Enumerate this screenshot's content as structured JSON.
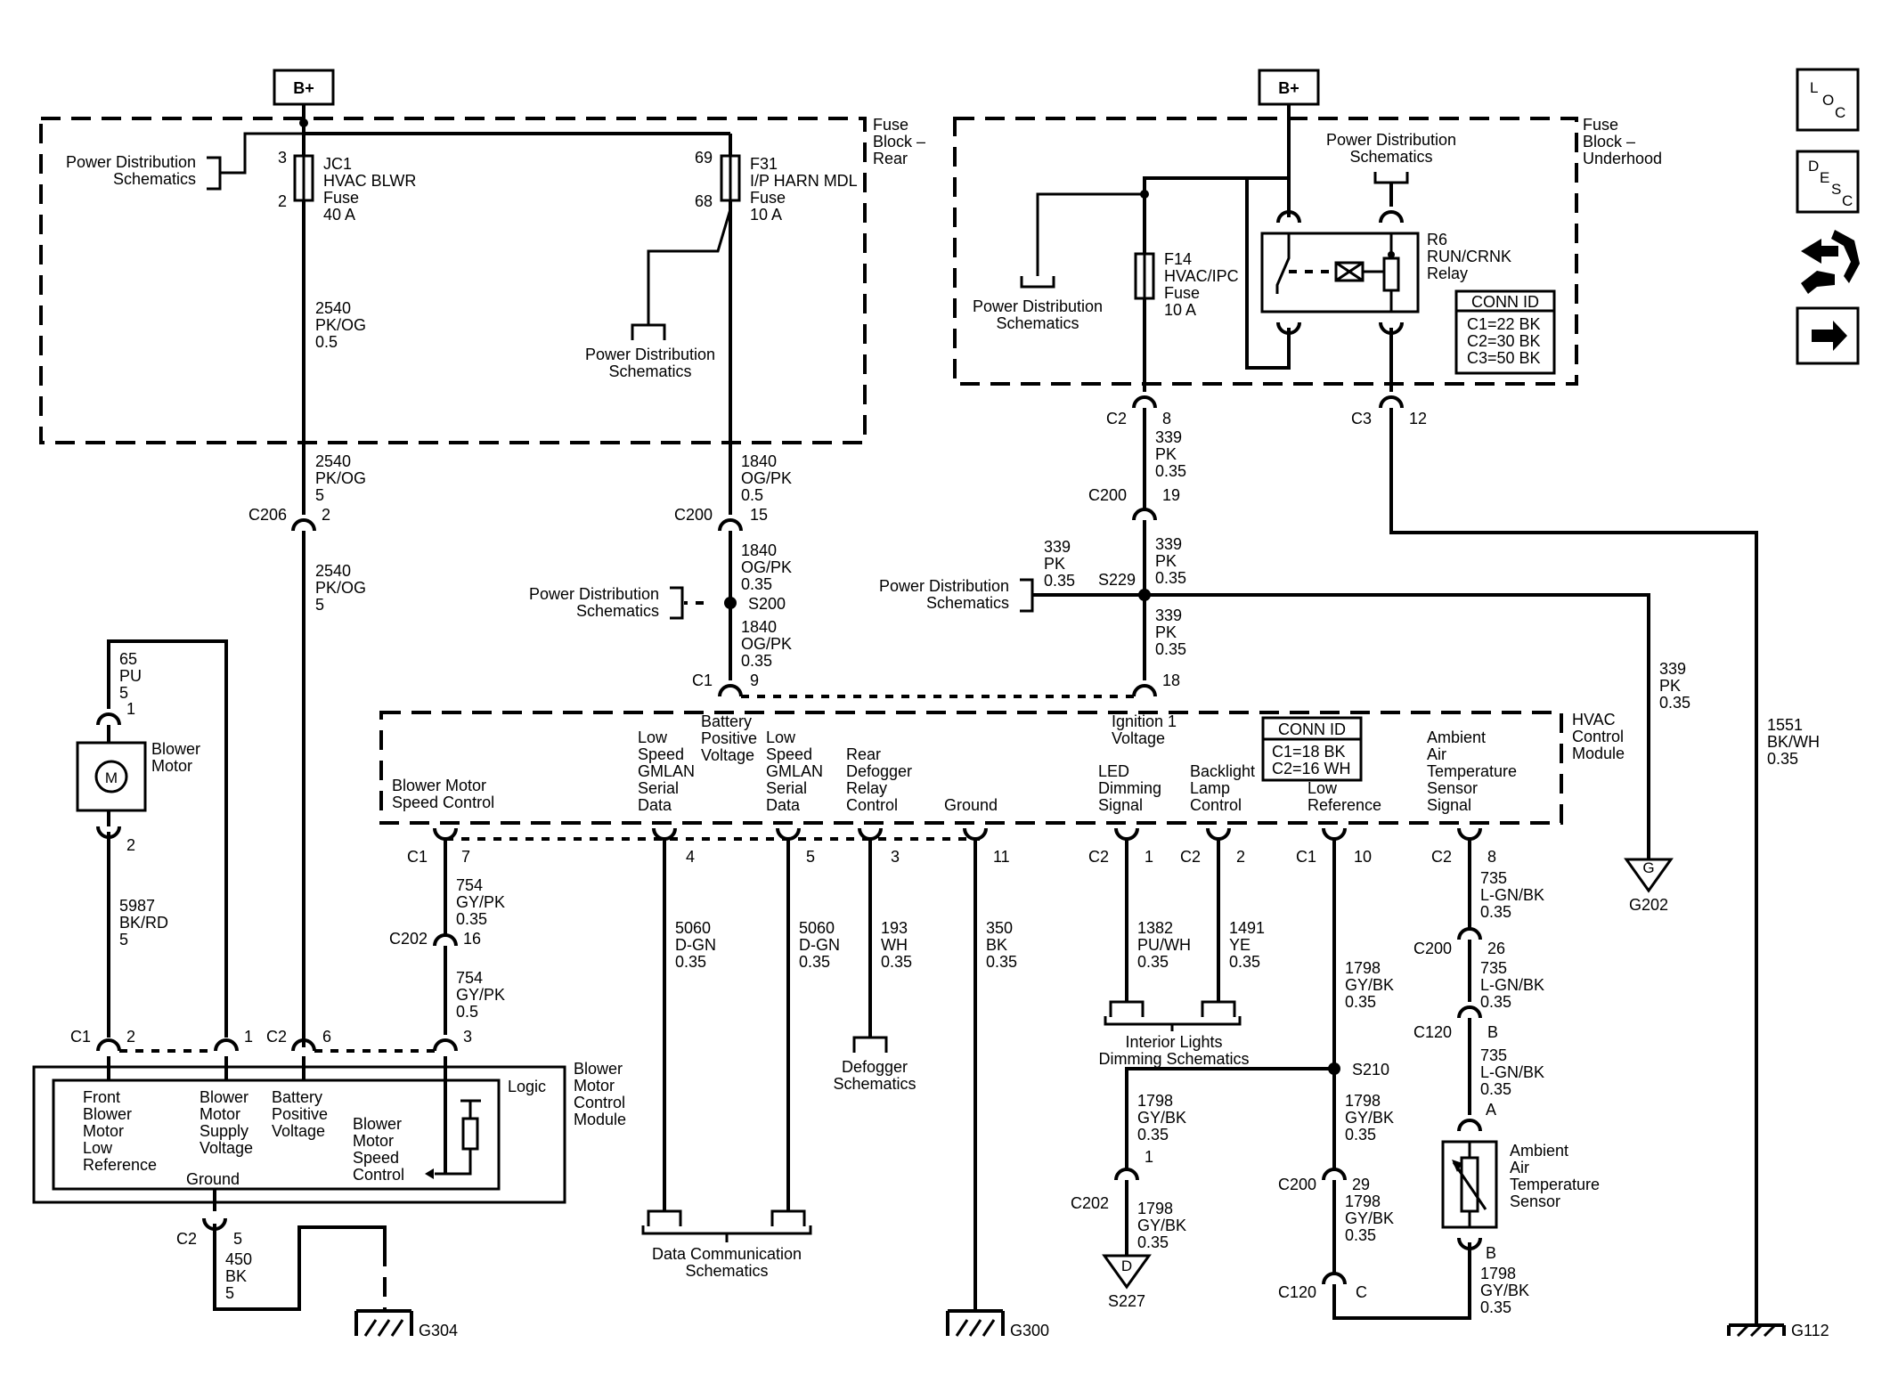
{
  "power": {
    "bplus": "B+"
  },
  "fuse_block_rear": {
    "label": "Fuse Block – Rear"
  },
  "fuse_block_underhood": {
    "label": "Fuse Block – Underhood"
  },
  "pds": "Power Distribution Schematics",
  "fuse_jc1": {
    "name": "JC1",
    "desc": "HVAC BLWR",
    "type": "Fuse",
    "rating": "40 A",
    "pin_in": "3",
    "pin_out": "2"
  },
  "fuse_f31": {
    "name": "F31",
    "desc": "I/P HARN MDL",
    "type": "Fuse",
    "rating": "10 A",
    "pin_in": "69",
    "pin_out": "68"
  },
  "fuse_f14": {
    "name": "F14",
    "desc": "HVAC/IPC",
    "type": "Fuse",
    "rating": "10 A"
  },
  "relay_r6": {
    "name": "R6",
    "desc": "RUN/CRNK",
    "type": "Relay",
    "conn_id_title": "CONN ID",
    "conn_ids": [
      "C1=22 BK",
      "C2=30 BK",
      "C3=50 BK"
    ]
  },
  "wires": {
    "w2540_a": {
      "circuit": "2540",
      "color": "PK/OG",
      "size": "0.5"
    },
    "w2540_b": {
      "circuit": "2540",
      "color": "PK/OG",
      "size": "5"
    },
    "w2540_c": {
      "circuit": "2540",
      "color": "PK/OG",
      "size": "5"
    },
    "w1840_a": {
      "circuit": "1840",
      "color": "OG/PK",
      "size": "0.5"
    },
    "w1840_b": {
      "circuit": "1840",
      "color": "OG/PK",
      "size": "0.35"
    },
    "w1840_c": {
      "circuit": "1840",
      "color": "OG/PK",
      "size": "0.35"
    },
    "w339_a": {
      "circuit": "339",
      "color": "PK",
      "size": "0.35"
    },
    "w339_b": {
      "circuit": "339",
      "color": "PK",
      "size": "0.35"
    },
    "w339_c": {
      "circuit": "339",
      "color": "PK",
      "size": "0.35"
    },
    "w339_left": {
      "circuit": "339",
      "color": "PK",
      "size": "0.35"
    },
    "w339_right": {
      "circuit": "339",
      "color": "PK",
      "size": "0.35"
    },
    "w1551": {
      "circuit": "1551",
      "color": "BK/WH",
      "size": "0.35"
    },
    "w65": {
      "circuit": "65",
      "color": "PU",
      "size": "5"
    },
    "w5987": {
      "circuit": "5987",
      "color": "BK/RD",
      "size": "5"
    },
    "w754_a": {
      "circuit": "754",
      "color": "GY/PK",
      "size": "0.35"
    },
    "w754_b": {
      "circuit": "754",
      "color": "GY/PK",
      "size": "0.5"
    },
    "w5060_a": {
      "circuit": "5060",
      "color": "D-GN",
      "size": "0.35"
    },
    "w5060_b": {
      "circuit": "5060",
      "color": "D-GN",
      "size": "0.35"
    },
    "w193": {
      "circuit": "193",
      "color": "WH",
      "size": "0.35"
    },
    "w350": {
      "circuit": "350",
      "color": "BK",
      "size": "0.35"
    },
    "w1382": {
      "circuit": "1382",
      "color": "PU/WH",
      "size": "0.35"
    },
    "w1491": {
      "circuit": "1491",
      "color": "YE",
      "size": "0.35"
    },
    "w1798_a": {
      "circuit": "1798",
      "color": "GY/BK",
      "size": "0.35"
    },
    "w1798_b": {
      "circuit": "1798",
      "color": "GY/BK",
      "size": "0.35"
    },
    "w1798_c": {
      "circuit": "1798",
      "color": "GY/BK",
      "size": "0.35"
    },
    "w1798_d": {
      "circuit": "1798",
      "color": "GY/BK",
      "size": "0.35"
    },
    "w1798_e": {
      "circuit": "1798",
      "color": "GY/BK",
      "size": "0.35"
    },
    "w1798_f": {
      "circuit": "1798",
      "color": "GY/BK",
      "size": "0.35"
    },
    "w735_a": {
      "circuit": "735",
      "color": "L-GN/BK",
      "size": "0.35"
    },
    "w735_b": {
      "circuit": "735",
      "color": "L-GN/BK",
      "size": "0.35"
    },
    "w735_c": {
      "circuit": "735",
      "color": "L-GN/BK",
      "size": "0.35"
    },
    "w450": {
      "circuit": "450",
      "color": "BK",
      "size": "5"
    }
  },
  "connectors": {
    "c206": "C206",
    "c200": "C200",
    "c202": "C202",
    "c1": "C1",
    "c2": "C2",
    "c3": "C3",
    "c120": "C120"
  },
  "splices": {
    "s200": "S200",
    "s229": "S229",
    "s210": "S210",
    "s227": "S227"
  },
  "grounds": {
    "g202": "G202",
    "g304": "G304",
    "g300": "G300",
    "g112": "G112"
  },
  "blower_motor": {
    "line1": "Blower",
    "line2": "Motor",
    "symbol": "M"
  },
  "hvac_module": {
    "title": [
      "HVAC",
      "Control",
      "Module"
    ],
    "conn_id_title": "CONN ID",
    "conn_ids": [
      "C1=18 BK",
      "C2=16 WH"
    ],
    "terminals": {
      "blower_ctrl": [
        "Blower Motor",
        "Speed Control"
      ],
      "ls_gmlan_1": [
        "Low",
        "Speed",
        "GMLAN",
        "Serial",
        "Data"
      ],
      "batt_pos": [
        "Battery",
        "Positive",
        "Voltage"
      ],
      "ls_gmlan_2": [
        "Low",
        "Speed",
        "GMLAN",
        "Serial",
        "Data"
      ],
      "rear_defog": [
        "Rear",
        "Defogger",
        "Relay",
        "Control"
      ],
      "ground": [
        "Ground"
      ],
      "ign1": [
        "Ignition 1",
        "Voltage"
      ],
      "led_dim": [
        "LED",
        "Dimming",
        "Signal"
      ],
      "backlight": [
        "Backlight",
        "Lamp",
        "Control"
      ],
      "low_ref": [
        "Low",
        "Reference"
      ],
      "aat_signal": [
        "Ambient",
        "Air",
        "Temperature",
        "Sensor",
        "Signal"
      ]
    }
  },
  "bmcm": {
    "title": [
      "Blower",
      "Motor",
      "Control",
      "Module"
    ],
    "logic": "Logic",
    "front_low_ref": [
      "Front",
      "Blower",
      "Motor",
      "Low",
      "Reference"
    ],
    "supply": [
      "Blower",
      "Motor",
      "Supply",
      "Voltage"
    ],
    "batt": [
      "Battery",
      "Positive",
      "Voltage"
    ],
    "speed": [
      "Blower",
      "Motor",
      "Speed",
      "Control"
    ],
    "ground": "Ground"
  },
  "aat_sensor": {
    "lines": [
      "Ambient",
      "Air",
      "Temperature",
      "Sensor"
    ]
  },
  "refs": {
    "defogger": [
      "Defogger",
      "Schematics"
    ],
    "interior_lights": [
      "Interior Lights",
      "Dimming Schematics"
    ],
    "data_comm": [
      "Data Communication",
      "Schematics"
    ]
  },
  "nav_icons": {
    "loc": {
      "letters": [
        "L",
        "O",
        "C"
      ]
    },
    "desc": {
      "letters": [
        "D",
        "E",
        "S",
        "C"
      ]
    },
    "connector": "connector-icon",
    "next": "arrow-right-icon"
  }
}
